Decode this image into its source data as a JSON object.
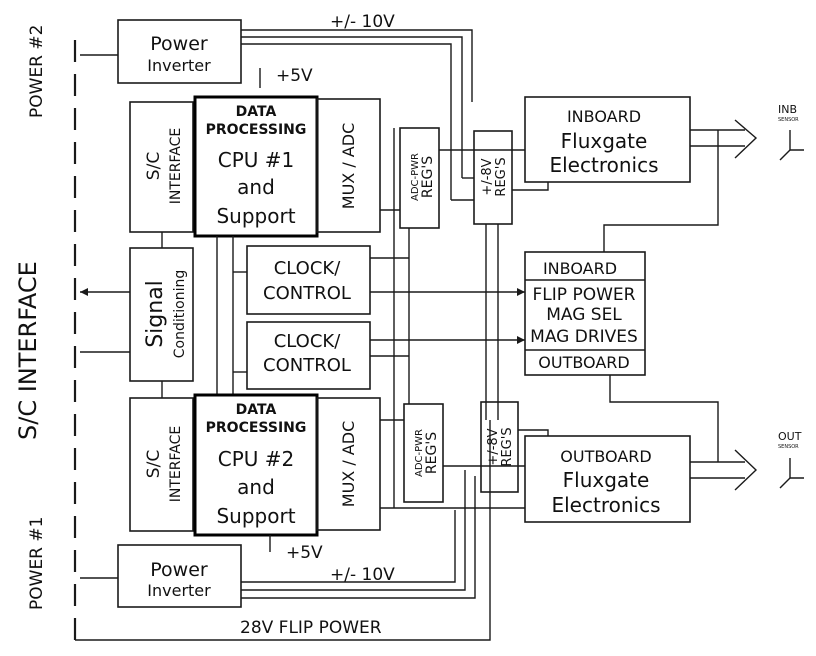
{
  "sc_interface_side_label": "S/C INTERFACE",
  "power2": {
    "label": "POWER #2"
  },
  "power1": {
    "label": "POWER #1"
  },
  "inverter_top": {
    "line1": "Power",
    "line2": "Inverter"
  },
  "inverter_bottom": {
    "line1": "Power",
    "line2": "Inverter"
  },
  "rail_top": {
    "volts_pm10": "+/- 10V",
    "volts_5": "+5V"
  },
  "rail_bottom": {
    "volts_pm10": "+/- 10V",
    "volts_5": "+5V"
  },
  "sc_iface_top": {
    "line1": "S/C",
    "line2": "INTERFACE"
  },
  "sc_iface_bottom": {
    "line1": "S/C",
    "line2": "INTERFACE"
  },
  "cpu1": {
    "l1": "DATA",
    "l2": "PROCESSING",
    "l3": "CPU  #1",
    "l4": "and",
    "l5": "Support"
  },
  "cpu2": {
    "l1": "DATA",
    "l2": "PROCESSING",
    "l3": "CPU  #2",
    "l4": "and",
    "l5": "Support"
  },
  "mux_top": {
    "label": "MUX / ADC"
  },
  "mux_bottom": {
    "label": "MUX / ADC"
  },
  "adc_reg_top": {
    "line1": "ADC-PWR",
    "line2": "REG'S"
  },
  "adc_reg_bottom": {
    "line1": "ADC-PWR",
    "line2": "REG'S"
  },
  "pm8_top": {
    "line1": "+/-8V",
    "line2": "REG'S"
  },
  "pm8_bottom": {
    "line1": "+/-8V",
    "line2": "REG'S"
  },
  "signal_cond": {
    "line1": "Signal",
    "line2": "Conditioning"
  },
  "clock_top": {
    "line1": "CLOCK/",
    "line2": "CONTROL"
  },
  "clock_bottom": {
    "line1": "CLOCK/",
    "line2": "CONTROL"
  },
  "inboard_fg": {
    "line1": "INBOARD",
    "line2": "Fluxgate",
    "line3": "Electronics"
  },
  "outboard_fg": {
    "line1": "OUTBOARD",
    "line2": "Fluxgate",
    "line3": "Electronics"
  },
  "flip_box": {
    "r1": "INBOARD",
    "r2": "FLIP POWER",
    "r3": "MAG SEL",
    "r4": "MAG DRIVES",
    "r5": "OUTBOARD"
  },
  "inb_sensor": {
    "label": "INB",
    "sub": "SENSOR"
  },
  "out_sensor": {
    "label": "OUT",
    "sub": "SENSOR"
  },
  "flip_power_28v": "28V FLIP POWER"
}
